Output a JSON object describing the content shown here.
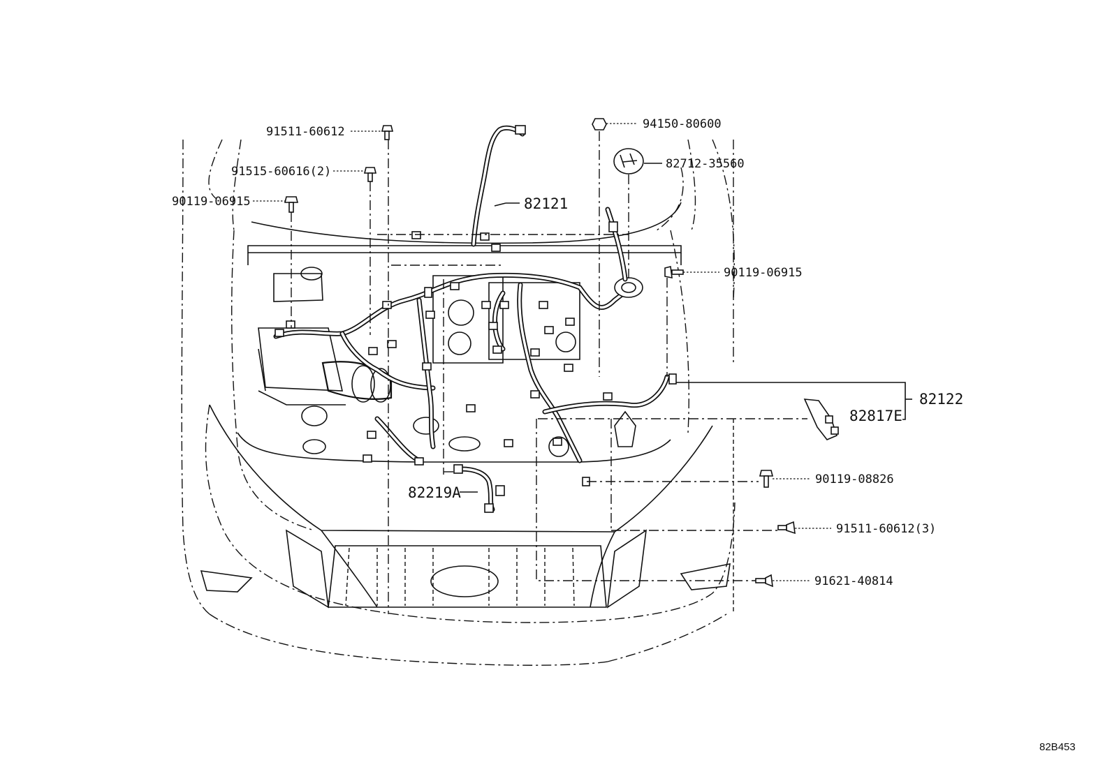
{
  "callouts": {
    "p1": "91511-60612",
    "p2": "91515-60616(2)",
    "p3": "90119-06915",
    "p4": "94150-80600",
    "p5": "82712-35560",
    "p6": "82121",
    "p7": "90119-06915",
    "p8": "82122",
    "p9": "82817E",
    "p10": "82219A",
    "p11": "90119-08826",
    "p12": "91511-60612(3)",
    "p13": "91621-40814"
  },
  "diagram_code": "82B453"
}
